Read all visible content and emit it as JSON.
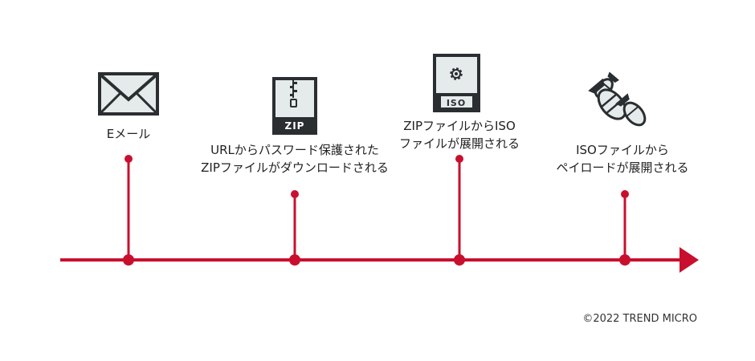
{
  "steps": [
    {
      "icon": "email-envelope-icon",
      "lines": [
        "Eメール"
      ]
    },
    {
      "icon": "zip-file-icon",
      "lines": [
        "URLからパスワード保護された",
        "ZIPファイルがダウンロードされる"
      ],
      "badge": "ZIP"
    },
    {
      "icon": "iso-file-icon",
      "lines": [
        "ZIPファイルからISO",
        "ファイルが展開される"
      ],
      "badge": "ISO"
    },
    {
      "icon": "bombs-payload-icon",
      "lines": [
        "ISOファイルから",
        "ペイロードが展開される"
      ]
    }
  ],
  "copyright": "©2022 TREND MICRO",
  "colors": {
    "accent": "#c8102e",
    "icon_stroke": "#2b2e31",
    "icon_fill": "#e4ebea"
  }
}
